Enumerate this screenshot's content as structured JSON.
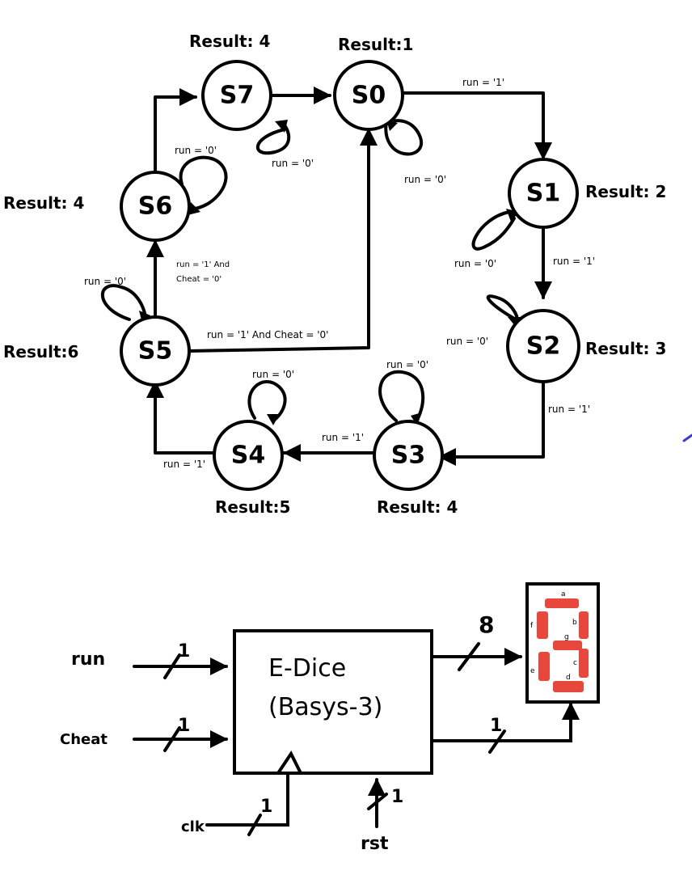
{
  "states": [
    {
      "id": "S0",
      "label": "S0",
      "result": "Result:1"
    },
    {
      "id": "S1",
      "label": "S1",
      "result": "Result: 2"
    },
    {
      "id": "S2",
      "label": "S2",
      "result": "Result: 3"
    },
    {
      "id": "S3",
      "label": "S3",
      "result": "Result: 4"
    },
    {
      "id": "S4",
      "label": "S4",
      "result": "Result:5"
    },
    {
      "id": "S5",
      "label": "S5",
      "result": "Result:6"
    },
    {
      "id": "S6",
      "label": "S6",
      "result": "Result: 4"
    },
    {
      "id": "S7",
      "label": "S7",
      "result": "Result: 4"
    }
  ],
  "transitions": {
    "s0_s1": "run = '1'",
    "s0_self": "run = '0'",
    "s1_self": "run = '0'",
    "s1_s2": "run = '1'",
    "s2_self": "run = '0'",
    "s2_s3": "run = '1'",
    "s3_self": "run = '0'",
    "s3_s4": "run = '1'",
    "s4_self": "run = '0'",
    "s4_s5": "run = '1'",
    "s5_self": "run = '0'",
    "s5_s6_line1": "run = '1' And",
    "s5_s6_line2": "Cheat = '0'",
    "s5_s0": "run = '1' And Cheat = '0'",
    "s6_self": "run = '0'",
    "s7_self": "run = '0'"
  },
  "block": {
    "title": "E-Dice",
    "subtitle": "(Basys-3)",
    "inputs": {
      "run": {
        "label": "run",
        "width": "1"
      },
      "cheat": {
        "label": "Cheat",
        "width": "1"
      },
      "clk": {
        "label": "clk",
        "width": "1"
      },
      "rst": {
        "label": "rst",
        "width": "1"
      }
    },
    "outputs": {
      "segments": {
        "width": "8"
      },
      "anode": {
        "width": "1"
      }
    }
  },
  "seven_segment": {
    "segment_color": "#e8483b",
    "letters": {
      "a": "a",
      "b": "b",
      "c": "c",
      "d": "d",
      "e": "e",
      "f": "f",
      "g": "g"
    }
  }
}
